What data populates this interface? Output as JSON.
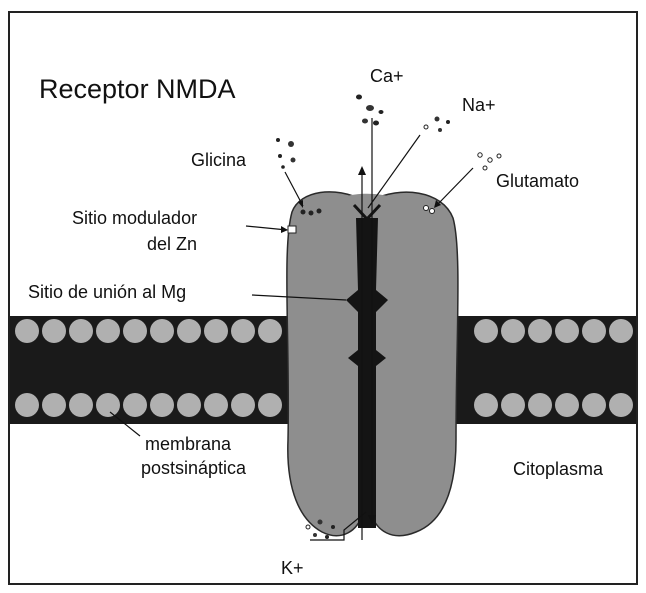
{
  "title": "Receptor NMDA",
  "ions": {
    "calcium": "Ca+",
    "sodium": "Na+",
    "potassium": "K+"
  },
  "ligands": {
    "glycine": "Glicina",
    "glutamate": "Glutamato"
  },
  "sites": {
    "zinc_line1": "Sitio modulador",
    "zinc_line2": "del Zn",
    "magnesium": "Sitio de unión al Mg"
  },
  "membrane": {
    "line1": "membrana",
    "line2": "postsináptica"
  },
  "cytoplasm": "Citoplasma",
  "colors": {
    "membrane_band": "#1a1a1a",
    "lipid_heads": "#b0b0b0",
    "receptor_body": "#8e8e8e",
    "channel_pore": "#141414"
  }
}
